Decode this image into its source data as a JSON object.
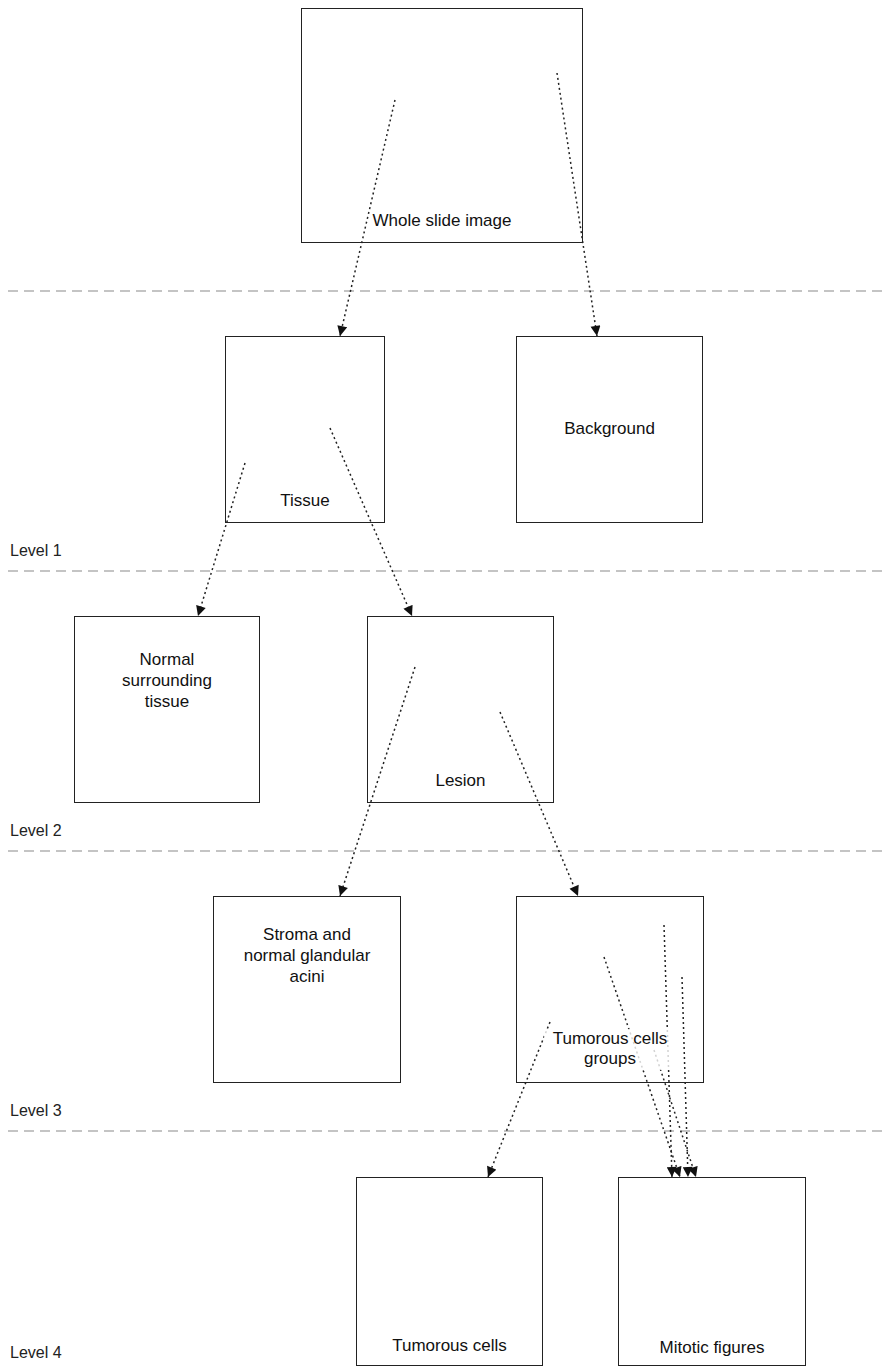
{
  "diagram": {
    "nodes": [
      {
        "text": [
          "Whole slide image"
        ]
      },
      {
        "text": [
          "Tissue"
        ]
      },
      {
        "text": [
          "Background"
        ]
      },
      {
        "text": [
          "Normal surrounding tissue"
        ]
      },
      {
        "text": [
          "Lesion"
        ]
      },
      {
        "text": [
          "Stroma and normal glandular acini"
        ]
      },
      {
        "text": [
          "Tumorous cells groups"
        ]
      },
      {
        "text": [
          "Tumorous cells"
        ]
      },
      {
        "text": [
          "Mitotic figures"
        ]
      }
    ],
    "edges": [
      {
        "from": 0,
        "to": 1,
        "arrow": "to"
      },
      {
        "from": 0,
        "to": 2,
        "arrow": "to"
      },
      {
        "from": 1,
        "to": 3,
        "arrow": "to"
      },
      {
        "from": 1,
        "to": 4,
        "arrow": "to"
      },
      {
        "from": 4,
        "to": 5,
        "arrow": "to"
      },
      {
        "from": 4,
        "to": 6,
        "arrow": "to"
      },
      {
        "from": 6,
        "to": 7,
        "arrow": "to"
      },
      {
        "from": 6,
        "to": 8,
        "arrow": "to"
      },
      {
        "from": 6,
        "to": 8,
        "arrow": "to"
      },
      {
        "from": 6,
        "to": 8,
        "arrow": "to"
      },
      {
        "from": 6,
        "to": 8,
        "arrow": "to"
      }
    ],
    "labels": [
      "Level 1",
      "Level 2",
      "Level 3",
      "Level 4"
    ]
  }
}
